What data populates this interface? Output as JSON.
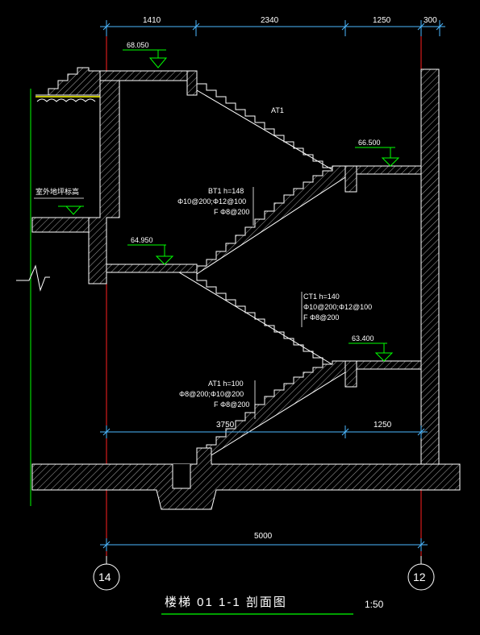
{
  "dimensions_top": [
    "1410",
    "2340",
    "1250",
    "300"
  ],
  "dimensions_mid": [
    "3750",
    "1250"
  ],
  "dimension_bottom": "5000",
  "levels": [
    "68.050",
    "66.500",
    "64.950",
    "63.400"
  ],
  "flight_labels": {
    "at1_top": "AT1",
    "bt1": [
      "BT1 h=148",
      "Φ10@200;Φ12@100",
      "F Φ8@200"
    ],
    "ct1": [
      "CT1 h=140",
      "Φ10@200;Φ12@100",
      "F Φ8@200"
    ],
    "at1_bottom": [
      "AT1 h=100",
      "Φ8@200;Φ10@200",
      "F Φ8@200"
    ]
  },
  "side_note": "室外地坪标高",
  "axes": [
    "14",
    "12"
  ],
  "title": "楼梯  01  1-1 剖面图",
  "scale": "1:50",
  "colors": {
    "background": "#000000",
    "lines": "#ffffff",
    "dimension": "#00aaff",
    "axis": "#ff2020",
    "level_marker": "#00ff00",
    "hatch": "#cccccc"
  }
}
